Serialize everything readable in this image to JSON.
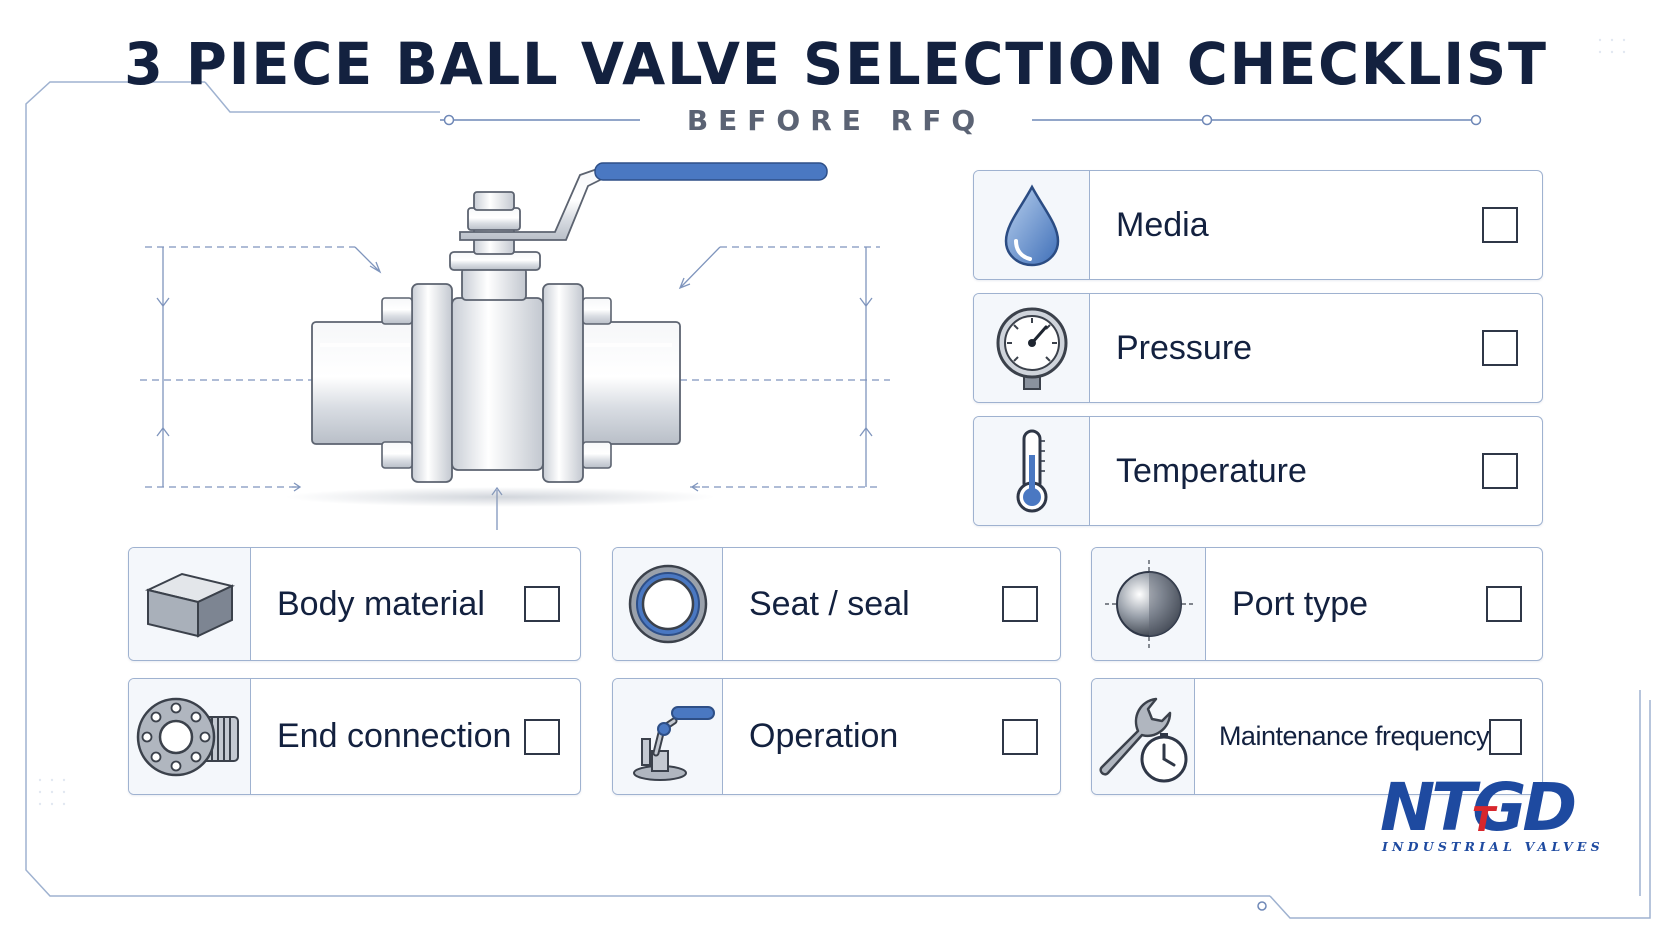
{
  "title": "3 PIECE BALL VALVE SELECTION CHECKLIST",
  "subtitle": "BEFORE RFQ",
  "checklist": {
    "media": {
      "label": "Media",
      "icon": "water-drop-icon"
    },
    "pressure": {
      "label": "Pressure",
      "icon": "pressure-gauge-icon"
    },
    "temperature": {
      "label": "Temperature",
      "icon": "thermometer-icon"
    },
    "body_material": {
      "label": "Body material",
      "icon": "metal-block-icon"
    },
    "seat_seal": {
      "label": "Seat / seal",
      "icon": "seal-ring-icon"
    },
    "port_type": {
      "label": "Port type",
      "icon": "ball-icon"
    },
    "end_connection": {
      "label": "End connection",
      "icon": "flange-thread-icon"
    },
    "operation": {
      "label": "Operation",
      "icon": "lever-handle-icon"
    },
    "maintenance": {
      "label": "Maintenance frequency",
      "icon": "wrench-clock-icon"
    }
  },
  "logo": {
    "brand": "NTGD",
    "tagline": "INDUSTRIAL VALVES"
  },
  "colors": {
    "accent_blue": "#4a78c2",
    "navy": "#13213f",
    "logo_blue": "#1e4aa0",
    "logo_red": "#d8272d"
  }
}
